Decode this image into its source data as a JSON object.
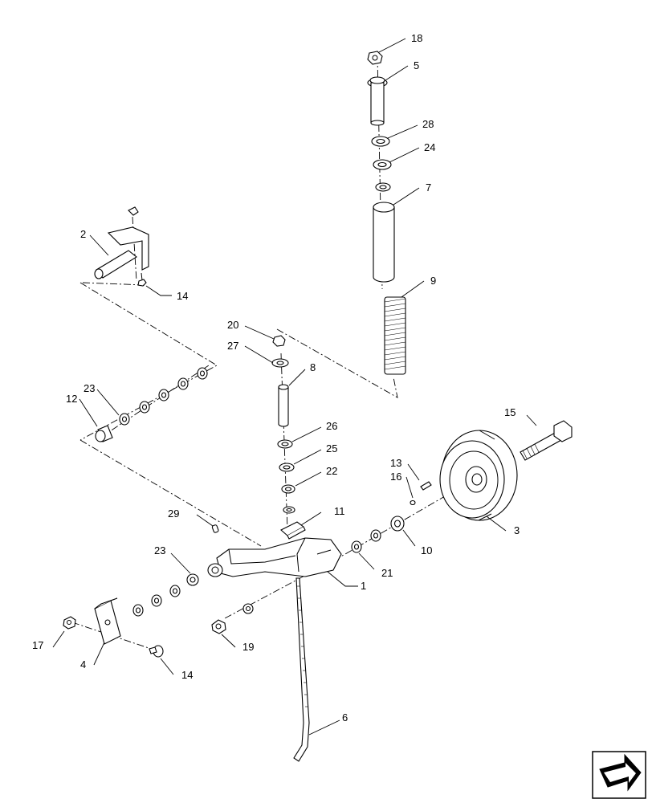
{
  "diagram": {
    "callouts": [
      {
        "id": "c18",
        "text": "18"
      },
      {
        "id": "c5",
        "text": "5"
      },
      {
        "id": "c28",
        "text": "28"
      },
      {
        "id": "c24",
        "text": "24"
      },
      {
        "id": "c7",
        "text": "7"
      },
      {
        "id": "c9",
        "text": "9"
      },
      {
        "id": "c2",
        "text": "2"
      },
      {
        "id": "c14a",
        "text": "14"
      },
      {
        "id": "c20",
        "text": "20"
      },
      {
        "id": "c27",
        "text": "27"
      },
      {
        "id": "c8",
        "text": "8"
      },
      {
        "id": "c23a",
        "text": "23"
      },
      {
        "id": "c12",
        "text": "12"
      },
      {
        "id": "c26",
        "text": "26"
      },
      {
        "id": "c25",
        "text": "25"
      },
      {
        "id": "c22",
        "text": "22"
      },
      {
        "id": "c15",
        "text": "15"
      },
      {
        "id": "c13",
        "text": "13"
      },
      {
        "id": "c16",
        "text": "16"
      },
      {
        "id": "c11",
        "text": "11"
      },
      {
        "id": "c29",
        "text": "29"
      },
      {
        "id": "c3",
        "text": "3"
      },
      {
        "id": "c10",
        "text": "10"
      },
      {
        "id": "c23b",
        "text": "23"
      },
      {
        "id": "c21",
        "text": "21"
      },
      {
        "id": "c1",
        "text": "1"
      },
      {
        "id": "c17",
        "text": "17"
      },
      {
        "id": "c19",
        "text": "19"
      },
      {
        "id": "c4",
        "text": "4"
      },
      {
        "id": "c14b",
        "text": "14"
      },
      {
        "id": "c6",
        "text": "6"
      }
    ]
  },
  "nav_icon": "arrow-right-icon"
}
